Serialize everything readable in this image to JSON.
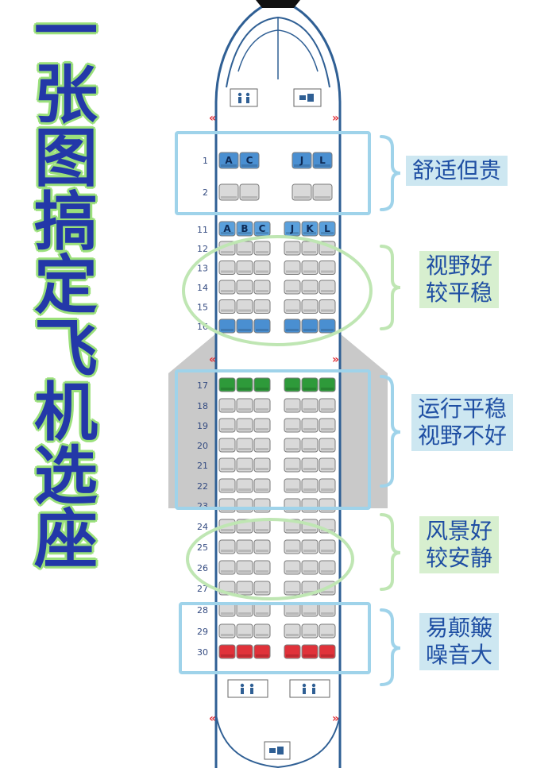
{
  "title_chars": [
    "一",
    "张",
    "图",
    "搞",
    "定",
    "飞",
    "机",
    "选",
    "座"
  ],
  "seat_map": {
    "rows_a": [
      {
        "number": "1",
        "kind": "first",
        "letters": [
          "A",
          "C",
          "J",
          "L"
        ],
        "color": "#4a8fd1"
      },
      {
        "number": "2",
        "kind": "first",
        "letters": [],
        "color": "#d9d9d9"
      }
    ],
    "header_row": {
      "number": "11",
      "letters": [
        "A",
        "B",
        "C",
        "J",
        "K",
        "L"
      ],
      "color": "#5aa0dc"
    },
    "rows_b": [
      {
        "number": "12",
        "color": "#d9d9d9"
      },
      {
        "number": "13",
        "color": "#d9d9d9"
      },
      {
        "number": "14",
        "color": "#d9d9d9"
      },
      {
        "number": "15",
        "color": "#d9d9d9"
      },
      {
        "number": "16",
        "color": "#4a8fd1"
      }
    ],
    "rows_c": [
      {
        "number": "17",
        "color": "#2e9a3a"
      },
      {
        "number": "18",
        "color": "#d9d9d9"
      },
      {
        "number": "19",
        "color": "#d9d9d9"
      },
      {
        "number": "20",
        "color": "#d9d9d9"
      },
      {
        "number": "21",
        "color": "#d9d9d9"
      },
      {
        "number": "22",
        "color": "#d9d9d9"
      },
      {
        "number": "23",
        "color": "#d9d9d9"
      },
      {
        "number": "24",
        "color": "#d9d9d9"
      },
      {
        "number": "25",
        "color": "#d9d9d9"
      },
      {
        "number": "26",
        "color": "#d9d9d9"
      },
      {
        "number": "27",
        "color": "#d9d9d9"
      },
      {
        "number": "28",
        "color": "#d9d9d9"
      },
      {
        "number": "29",
        "color": "#d9d9d9"
      },
      {
        "number": "30",
        "color": "#e0323a"
      }
    ]
  },
  "labels": {
    "first": [
      "舒适但贵"
    ],
    "front": [
      "视野好",
      "较平稳"
    ],
    "middle": [
      "运行平稳",
      "视野不好"
    ],
    "rear": [
      "风景好",
      "较安静"
    ],
    "tail": [
      "易颠簸",
      "噪音大"
    ]
  },
  "colors": {
    "title": "#2338a8",
    "title_outline": "#9be07b",
    "frame_blue": "#9fd3ea",
    "frame_green": "#bfe6b3",
    "fuselage": "#2f5f94"
  },
  "icons": {
    "lavatory": "lavatory-icon",
    "galley": "galley-icon",
    "exit": "exit-chevron-icon"
  }
}
